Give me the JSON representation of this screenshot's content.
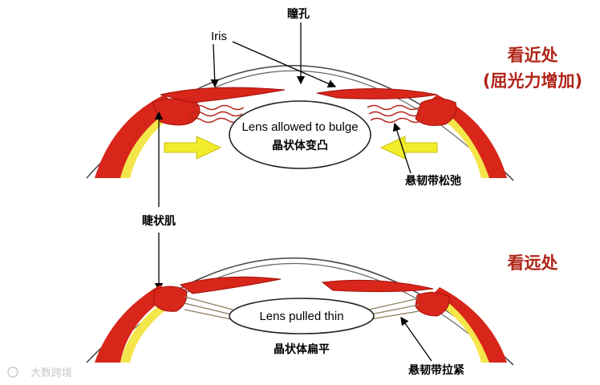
{
  "top_panel": {
    "pupil_label": "瞳孔",
    "iris_label": "Iris",
    "lens_text_en": "Lens allowed to bulge",
    "lens_text_cn": "晶状体变凸",
    "ligament_label": "悬韧带松弛",
    "title": "看近处",
    "subtitle": "(屈光力增加)"
  },
  "middle": {
    "ciliary_label": "睫状肌"
  },
  "bottom_panel": {
    "title": "看远处",
    "lens_text_en": "Lens pulled thin",
    "lens_text_cn": "晶状体扁平",
    "ligament_label": "悬韧带拉紧"
  },
  "watermark": {
    "text": "大数跨境"
  },
  "colors": {
    "muscle_red": "#d8261a",
    "muscle_dark": "#a3120c",
    "sclera_yellow": "#f4e64a",
    "arrow_yellow": "#f2ec2a",
    "label_red": "#b02418"
  }
}
